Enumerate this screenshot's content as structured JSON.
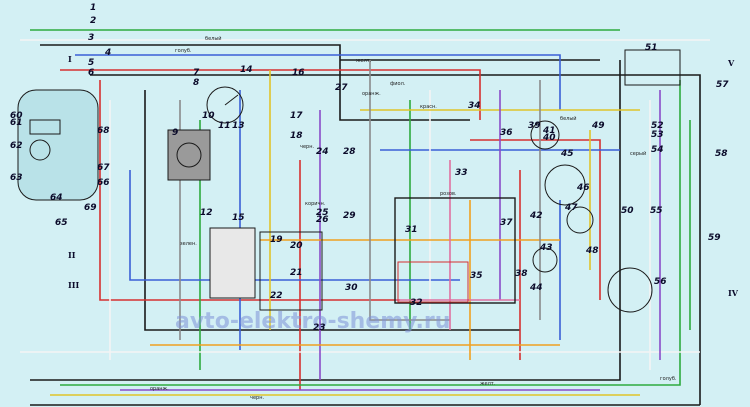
{
  "diagram": {
    "watermark": "avto-elektro-shemy.ru",
    "colors": {
      "background": "#d3f0f4",
      "black": "#1a1a1a",
      "red": "#d63030",
      "green": "#2eaa3e",
      "blue": "#3a5fd6",
      "white": "#f4f4f4",
      "yellow": "#e0c42a",
      "violet": "#8a4bc8",
      "orange": "#f0a020",
      "grey": "#8a8a8a",
      "brown": "#8b5a2b",
      "pink": "#e070a0"
    },
    "component_numbers": [
      "1",
      "2",
      "3",
      "4",
      "5",
      "6",
      "7",
      "8",
      "9",
      "10",
      "11",
      "12",
      "13",
      "14",
      "15",
      "16",
      "17",
      "18",
      "19",
      "20",
      "21",
      "22",
      "23",
      "24",
      "25",
      "26",
      "27",
      "28",
      "29",
      "30",
      "31",
      "32",
      "33",
      "34",
      "35",
      "36",
      "37",
      "38",
      "39",
      "40",
      "41",
      "42",
      "43",
      "44",
      "45",
      "46",
      "47",
      "48",
      "49",
      "50",
      "51",
      "52",
      "53",
      "54",
      "55",
      "56",
      "57",
      "58",
      "59",
      "60",
      "61",
      "62",
      "63",
      "64",
      "65",
      "66",
      "67",
      "68",
      "69"
    ],
    "roman_labels": [
      "I",
      "II",
      "III",
      "IV",
      "V"
    ],
    "wire_labels": [
      "белый",
      "голуб.",
      "желт.",
      "оранж.",
      "красн.",
      "черн.",
      "фиол.",
      "серый",
      "зелен.",
      "коричн.",
      "розов.",
      "белый",
      "голуб.",
      "желт.",
      "оранж.",
      "черн."
    ]
  }
}
